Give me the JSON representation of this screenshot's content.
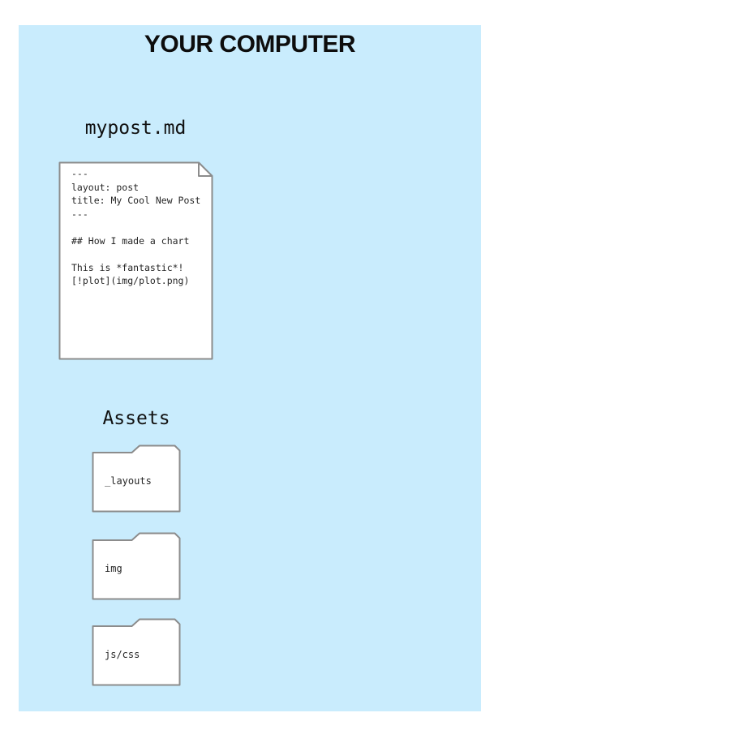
{
  "panel": {
    "title": "YOUR COMPUTER"
  },
  "document": {
    "label": "mypost.md",
    "content": "---\nlayout: post\ntitle: My Cool New Post\n---\n\n## How I made a chart\n\nThis is *fantastic*!\n[!plot](img/plot.png)"
  },
  "assets": {
    "heading": "Assets",
    "folders": [
      {
        "name": "_layouts"
      },
      {
        "name": "img"
      },
      {
        "name": "js/css"
      }
    ]
  },
  "colors": {
    "panel_bg": "#C9ECFD",
    "shape_fill": "#FFFFFF",
    "shape_border": "#8C8C8C",
    "title_text": "#0D0D0D",
    "body_text": "#262626"
  }
}
